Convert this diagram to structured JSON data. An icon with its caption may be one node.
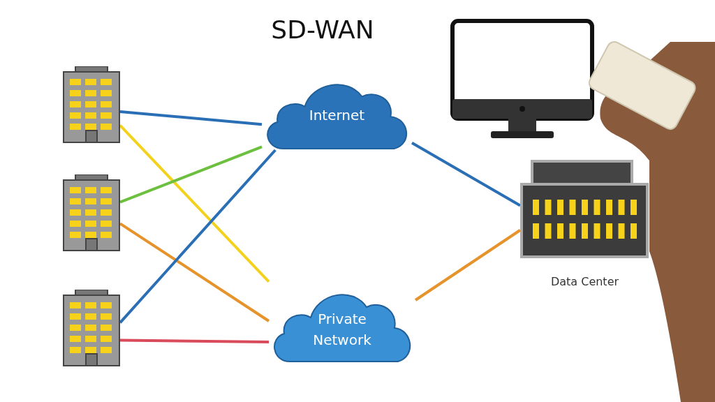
{
  "diagram": {
    "title": "SD-WAN",
    "nodes": [
      {
        "text": [],
        "shape": "building"
      },
      {
        "text": [],
        "shape": "building"
      },
      {
        "text": [],
        "shape": "building"
      },
      {
        "text": [
          "Internet"
        ]
      },
      {
        "text": [
          "Private Network"
        ]
      },
      {
        "text": [
          "Data Center"
        ]
      }
    ],
    "edges": [
      {
        "from": 0,
        "to": 3,
        "arrow": "none"
      },
      {
        "from": 0,
        "to": 4,
        "arrow": "none",
        "color": "#f2d21c"
      },
      {
        "from": 1,
        "to": 3,
        "arrow": "none",
        "color": "#6cbf3f"
      },
      {
        "from": 1,
        "to": 4,
        "arrow": "none",
        "color": "#e5932a"
      },
      {
        "from": 2,
        "to": 3,
        "arrow": "none"
      },
      {
        "from": 2,
        "to": 4,
        "arrow": "none",
        "color": "#d94b5a"
      },
      {
        "from": 3,
        "to": 5,
        "arrow": "none"
      },
      {
        "from": 4,
        "to": 5,
        "arrow": "none",
        "color": "#e5932a"
      }
    ]
  }
}
